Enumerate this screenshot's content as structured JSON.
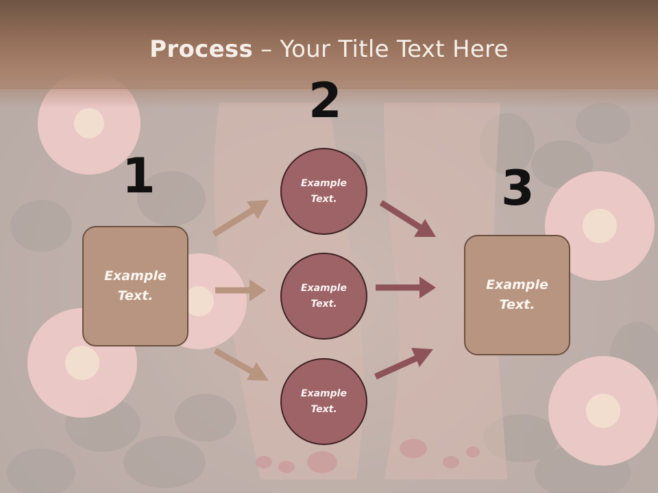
{
  "title": {
    "bold": "Process",
    "rest": " – Your Title Text Here"
  },
  "step_numbers": {
    "one": "1",
    "two": "2",
    "three": "3"
  },
  "left_box": {
    "line1": "Example",
    "line2": "Text."
  },
  "right_box": {
    "line1": "Example",
    "line2": "Text."
  },
  "circles": [
    {
      "line1": "Example",
      "line2": "Text."
    },
    {
      "line1": "Example",
      "line2": "Text."
    },
    {
      "line1": "Example",
      "line2": "Text."
    }
  ],
  "colors": {
    "box_fill": "#b89580",
    "circle_fill": "#9d6366",
    "left_arrow": "#b89580",
    "right_arrow": "#8e5358",
    "title_bar": "#946f5a"
  }
}
